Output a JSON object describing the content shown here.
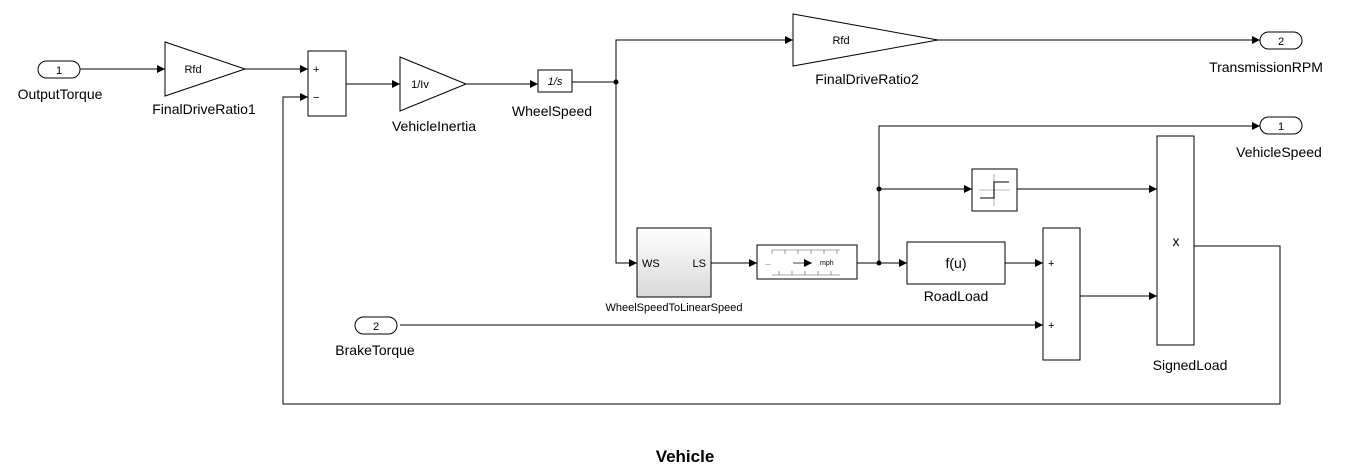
{
  "title": "Vehicle",
  "inports": [
    {
      "number": "1",
      "label": "OutputTorque"
    },
    {
      "number": "2",
      "label": "BrakeTorque"
    }
  ],
  "outports": [
    {
      "number": "2",
      "label": "TransmissionRPM"
    },
    {
      "number": "1",
      "label": "VehicleSpeed"
    }
  ],
  "blocks": {
    "final_drive_ratio1": {
      "text": "Rfd",
      "label": "FinalDriveRatio1"
    },
    "final_drive_ratio2": {
      "text": "Rfd",
      "label": "FinalDriveRatio2"
    },
    "vehicle_inertia": {
      "text": "1/Iv",
      "label": "VehicleInertia"
    },
    "wheel_speed": {
      "text": "1/s",
      "label": "WheelSpeed"
    },
    "sum_torque": {
      "sign_top": "+",
      "sign_bottom": "−"
    },
    "wheel_to_linear": {
      "in_port": "WS",
      "out_port": "LS",
      "label": "WheelSpeedToLinearSpeed"
    },
    "speed_gauge": {
      "unit_in": "...",
      "unit_out": "mph"
    },
    "road_load": {
      "text": "f(u)",
      "label": "RoadLoad"
    },
    "sum_load": {
      "sign_top": "+",
      "sign_bottom": "+"
    },
    "signed_load": {
      "text": "x",
      "label": "SignedLoad"
    }
  }
}
